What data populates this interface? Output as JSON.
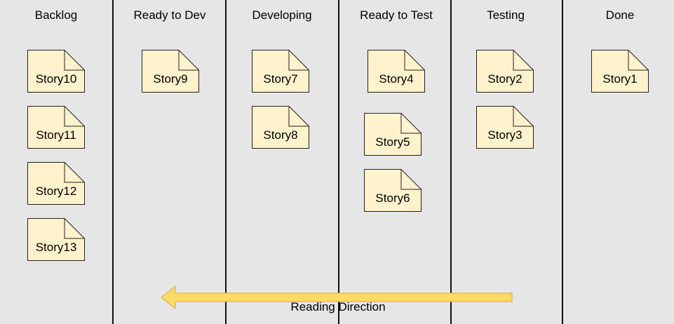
{
  "columns": [
    "Backlog",
    "Ready to Dev",
    "Developing",
    "Ready to Test",
    "Testing",
    "Done"
  ],
  "cards": {
    "backlog": [
      "Story10",
      "Story11",
      "Story12",
      "Story13"
    ],
    "ready_to_dev": [
      "Story9"
    ],
    "developing": [
      "Story7",
      "Story8"
    ],
    "ready_to_test": [
      "Story4",
      "Story5",
      "Story6"
    ],
    "testing": [
      "Story2",
      "Story3"
    ],
    "done": [
      "Story1"
    ]
  },
  "arrow_label": "Reading Direction",
  "colors": {
    "background": "#e6e6e6",
    "note_fill": "#fff2cc",
    "note_stroke": "#222222",
    "arrow_fill": "#ffd966",
    "arrow_stroke": "#d6b656"
  }
}
